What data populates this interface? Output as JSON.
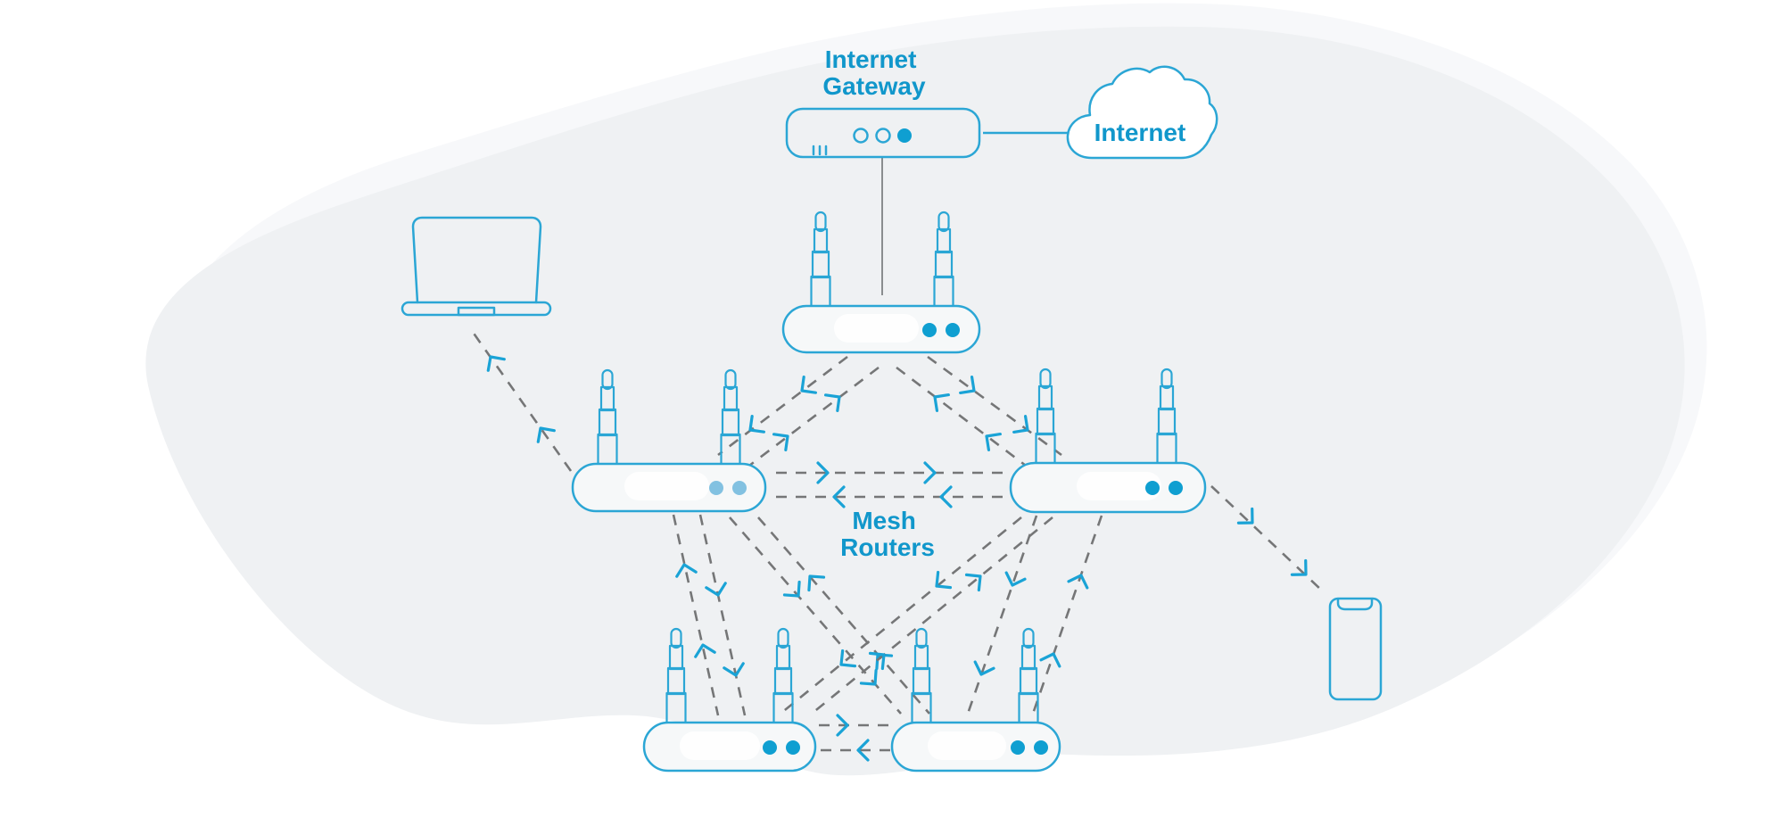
{
  "diagram": {
    "labels": {
      "gateway_line1": "Internet",
      "gateway_line2": "Gateway",
      "cloud_label": "Internet",
      "mesh_line1": "Mesh",
      "mesh_line2": "Routers"
    },
    "colors": {
      "device_outline": "#2ba6d5",
      "dot_fill": "#0f9fd1",
      "dot_fill_light": "#82c1e1",
      "label_text": "#1197cb",
      "arrow_chevron": "#1aa3d6",
      "dashed_line": "#757677",
      "solid_link_gray": "#8a8d8f",
      "background_blob": "#eff1f3",
      "background_blob_light": "#f7f8fa",
      "device_fill": "#f6f8f9",
      "page_background": "#ffffff"
    },
    "nodes": [
      {
        "id": "internet-cloud",
        "label": "Internet"
      },
      {
        "id": "internet-gateway",
        "label": "Internet Gateway"
      },
      {
        "id": "gateway-router"
      },
      {
        "id": "mesh-router-left"
      },
      {
        "id": "mesh-router-right"
      },
      {
        "id": "mesh-router-bottom-left"
      },
      {
        "id": "mesh-router-bottom-right"
      },
      {
        "id": "laptop"
      },
      {
        "id": "smartphone"
      }
    ],
    "connections": [
      {
        "from": "internet-gateway",
        "to": "internet-cloud",
        "style": "solid"
      },
      {
        "from": "internet-gateway",
        "to": "gateway-router",
        "style": "solid"
      },
      {
        "from": "gateway-router",
        "to": "mesh-router-left",
        "style": "dashed-bidirectional"
      },
      {
        "from": "gateway-router",
        "to": "mesh-router-right",
        "style": "dashed-bidirectional"
      },
      {
        "from": "mesh-router-left",
        "to": "mesh-router-right",
        "style": "dashed-bidirectional"
      },
      {
        "from": "mesh-router-left",
        "to": "mesh-router-bottom-left",
        "style": "dashed-bidirectional"
      },
      {
        "from": "mesh-router-left",
        "to": "mesh-router-bottom-right",
        "style": "dashed-bidirectional"
      },
      {
        "from": "mesh-router-right",
        "to": "mesh-router-bottom-left",
        "style": "dashed-bidirectional"
      },
      {
        "from": "mesh-router-right",
        "to": "mesh-router-bottom-right",
        "style": "dashed-bidirectional"
      },
      {
        "from": "mesh-router-bottom-left",
        "to": "mesh-router-bottom-right",
        "style": "dashed-bidirectional"
      },
      {
        "from": "mesh-router-left",
        "to": "laptop",
        "style": "dashed-oneway"
      },
      {
        "from": "mesh-router-right",
        "to": "smartphone",
        "style": "dashed-oneway"
      }
    ]
  }
}
